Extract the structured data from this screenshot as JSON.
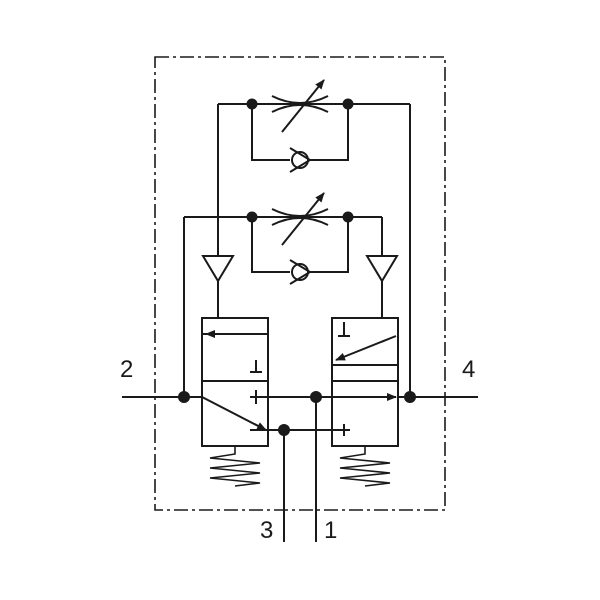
{
  "diagram": {
    "type": "pneumatic-schematic",
    "ports": [
      {
        "id": "port-2",
        "label": "2"
      },
      {
        "id": "port-4",
        "label": "4"
      },
      {
        "id": "port-3",
        "label": "3"
      },
      {
        "id": "port-1",
        "label": "1"
      }
    ],
    "colors": {
      "line": "#1a1a1a",
      "background": "#ffffff"
    }
  }
}
